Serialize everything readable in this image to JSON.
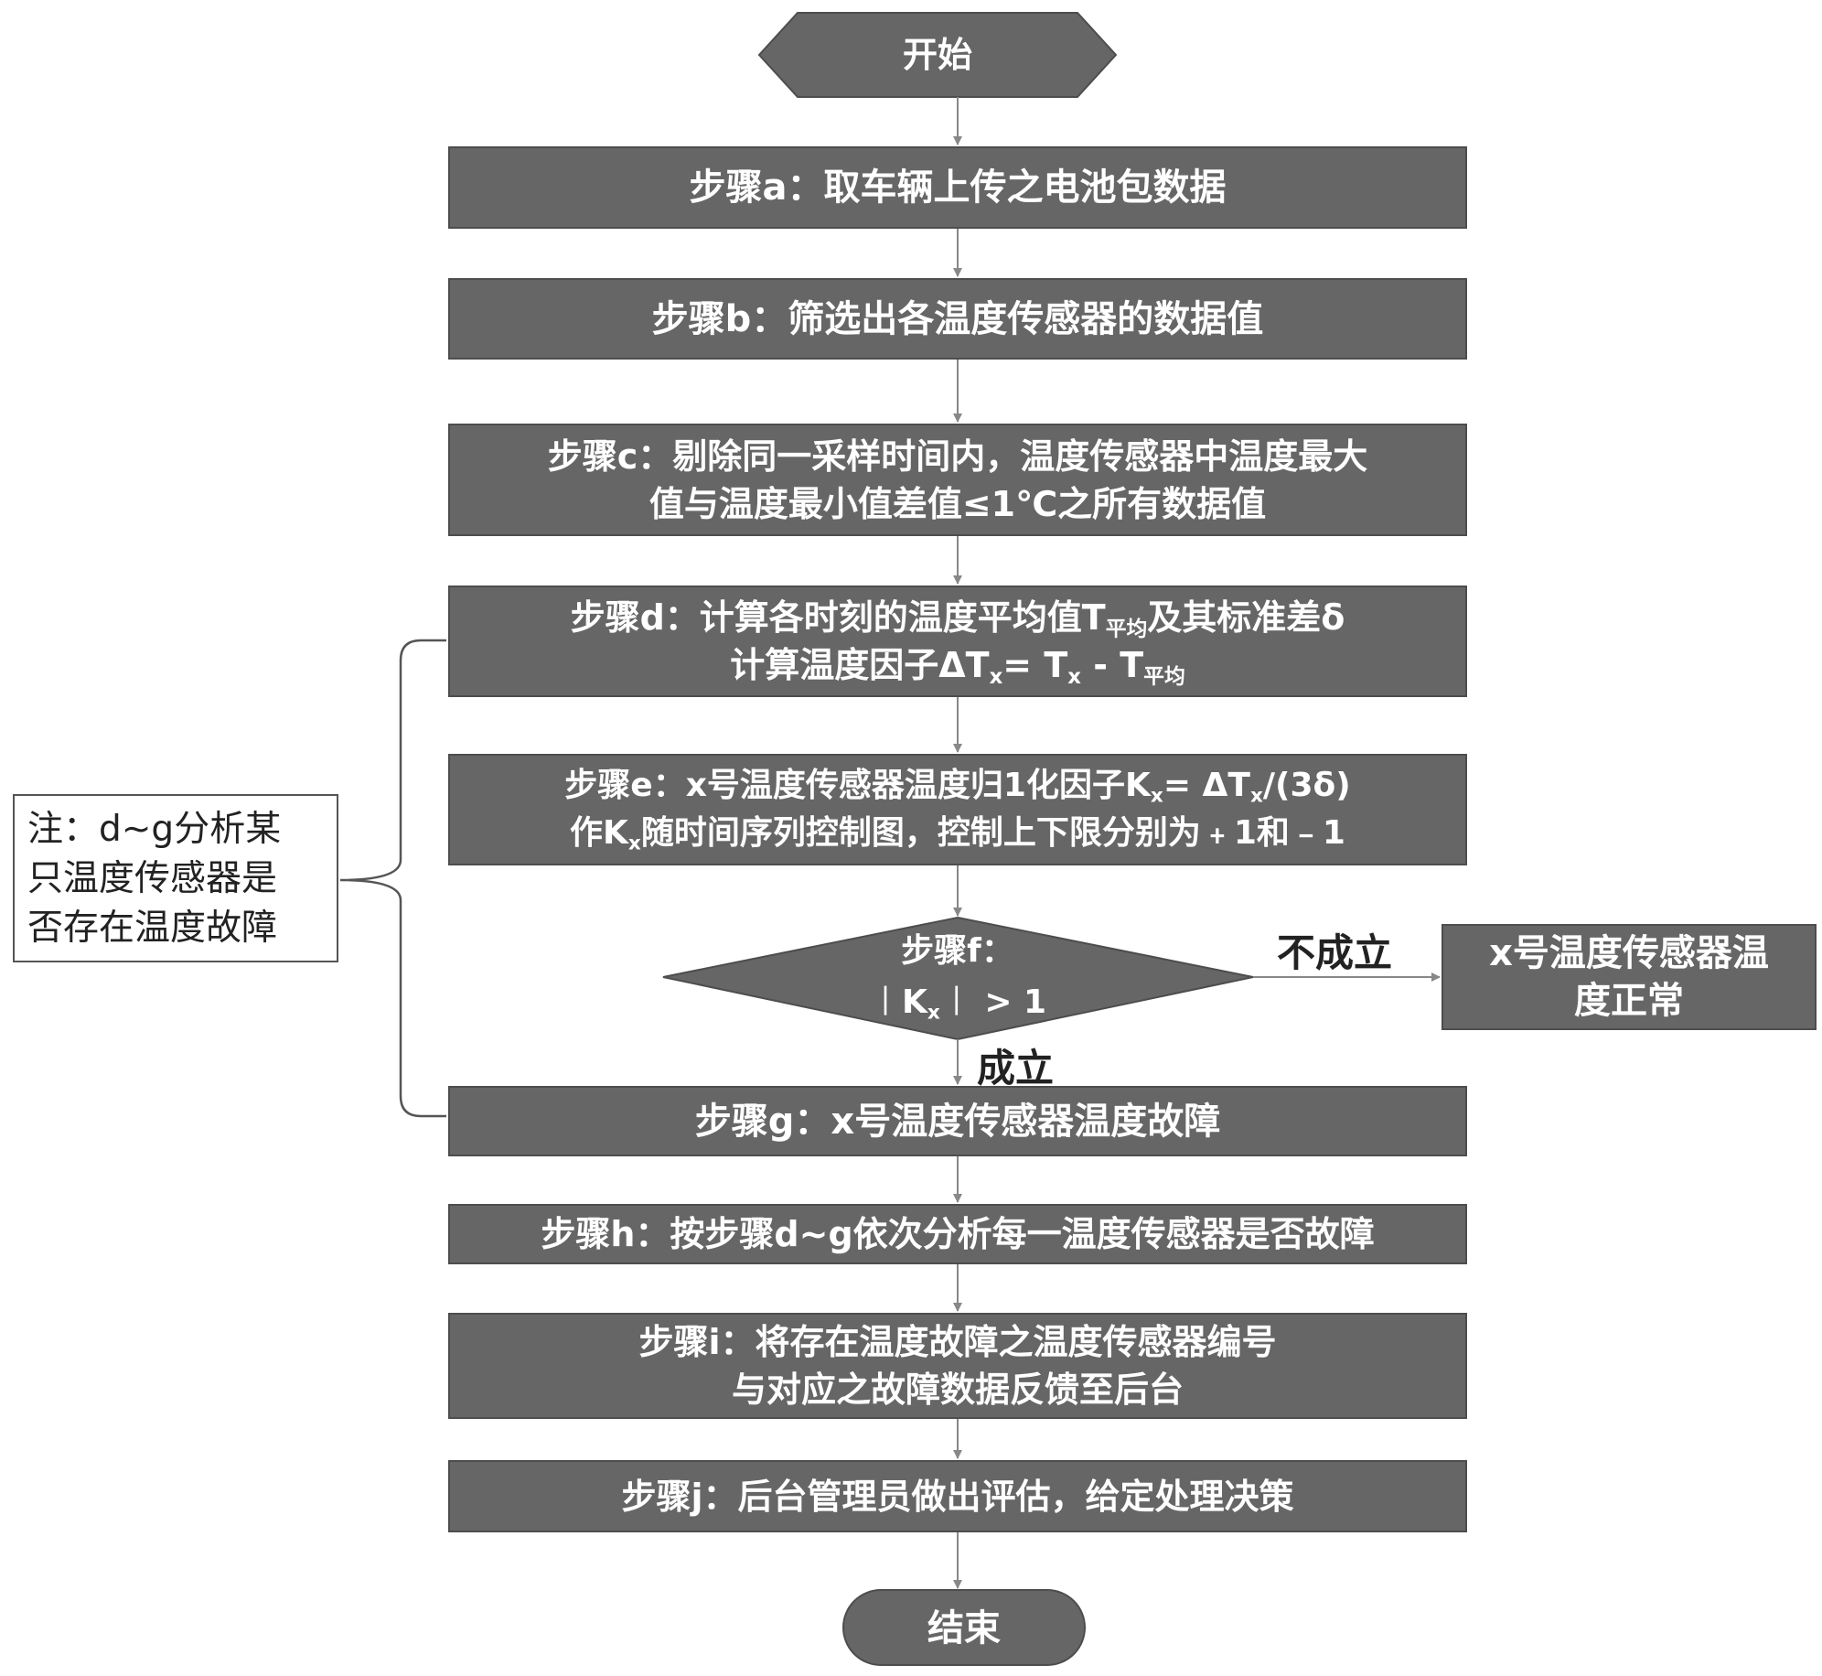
{
  "nodes": {
    "start": "开始",
    "end": "结束",
    "step_a": "步骤a：取车辆上传之电池包数据",
    "step_b": "步骤b：筛选出各温度传感器的数据值",
    "step_c": {
      "line1": "步骤c：剔除同一采样时间内，温度传感器中温度最大",
      "line2": "值与温度最小值差值≤1℃之所有数据值"
    },
    "step_d": {
      "line1_prefix": "步骤d：计算各时刻的温度平均值T",
      "line1_sub": "平均",
      "line1_suffix": "及其标准差δ",
      "line2_a": "计算温度因子ΔT",
      "line2_sub1": "x",
      "line2_b": "= T",
      "line2_sub2": "x",
      "line2_c": " - T",
      "line2_sub3": "平均"
    },
    "step_e": {
      "line1_prefix": "步骤e：x号温度传感器温度归1化因子K",
      "line1_sub1": "x",
      "line1_mid": "= ΔT",
      "line1_sub2": "x",
      "line1_suffix": "/(3δ)",
      "line2_prefix": "作K",
      "line2_sub": "x",
      "line2_suffix": "随时间序列控制图，控制上下限分别为﹢1和﹣1"
    },
    "step_f": {
      "line1": "步骤f：",
      "line2_prefix": "︱K",
      "line2_sub": "x",
      "line2_suffix": "︱ > 1"
    },
    "step_f_no_result": {
      "line1": "x号温度传感器温",
      "line2": "度正常"
    },
    "step_g": "步骤g：x号温度传感器温度故障",
    "step_h": "步骤h：按步骤d~g依次分析每一温度传感器是否故障",
    "step_i": {
      "line1": "步骤i：将存在温度故障之温度传感器编号",
      "line2": "与对应之故障数据反馈至后台"
    },
    "step_j": "步骤j：后台管理员做出评估，给定处理决策"
  },
  "edge_labels": {
    "no": "不成立",
    "yes": "成立"
  },
  "note": {
    "line1": "注：d~g分析某",
    "line2": "只温度传感器是",
    "line3": "否存在温度故障"
  },
  "colors": {
    "node_fill": "#666666",
    "node_text": "#ffffff",
    "arrow": "#888888",
    "label_text": "#222222"
  }
}
